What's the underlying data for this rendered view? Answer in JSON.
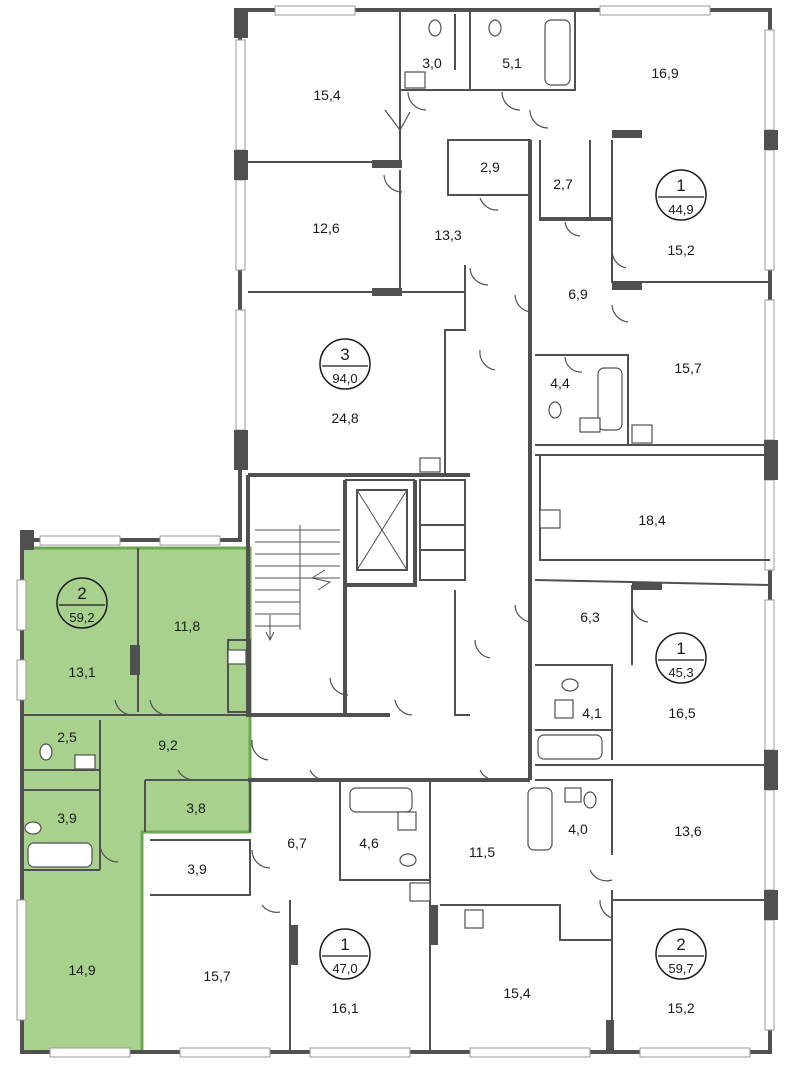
{
  "colors": {
    "wall": "#505050",
    "highlight_fill": "#a9d18e",
    "highlight_stroke": "#6aa84f",
    "text": "#1a1a1a"
  },
  "apartments": [
    {
      "id": "apt-3-top",
      "rooms": "3",
      "area": "94,0"
    },
    {
      "id": "apt-1-top",
      "rooms": "1",
      "area": "44,9"
    },
    {
      "id": "apt-2-left",
      "rooms": "2",
      "area": "59,2",
      "highlighted": true
    },
    {
      "id": "apt-1-mid",
      "rooms": "1",
      "area": "45,3"
    },
    {
      "id": "apt-1-bottom",
      "rooms": "1",
      "area": "47,0"
    },
    {
      "id": "apt-2-bottom",
      "rooms": "2",
      "area": "59,7"
    }
  ],
  "rooms": [
    "15,4",
    "3,0",
    "5,1",
    "16,9",
    "2,9",
    "2,7",
    "12,6",
    "13,3",
    "15,2",
    "6,9",
    "15,7",
    "24,8",
    "4,4",
    "18,4",
    "11,8",
    "13,1",
    "6,3",
    "4,1",
    "16,5",
    "2,5",
    "9,2",
    "3,9",
    "3,8",
    "6,7",
    "4,6",
    "11,5",
    "4,0",
    "13,6",
    "3,9",
    "15,7",
    "16,1",
    "15,4",
    "15,2",
    "14,9"
  ]
}
